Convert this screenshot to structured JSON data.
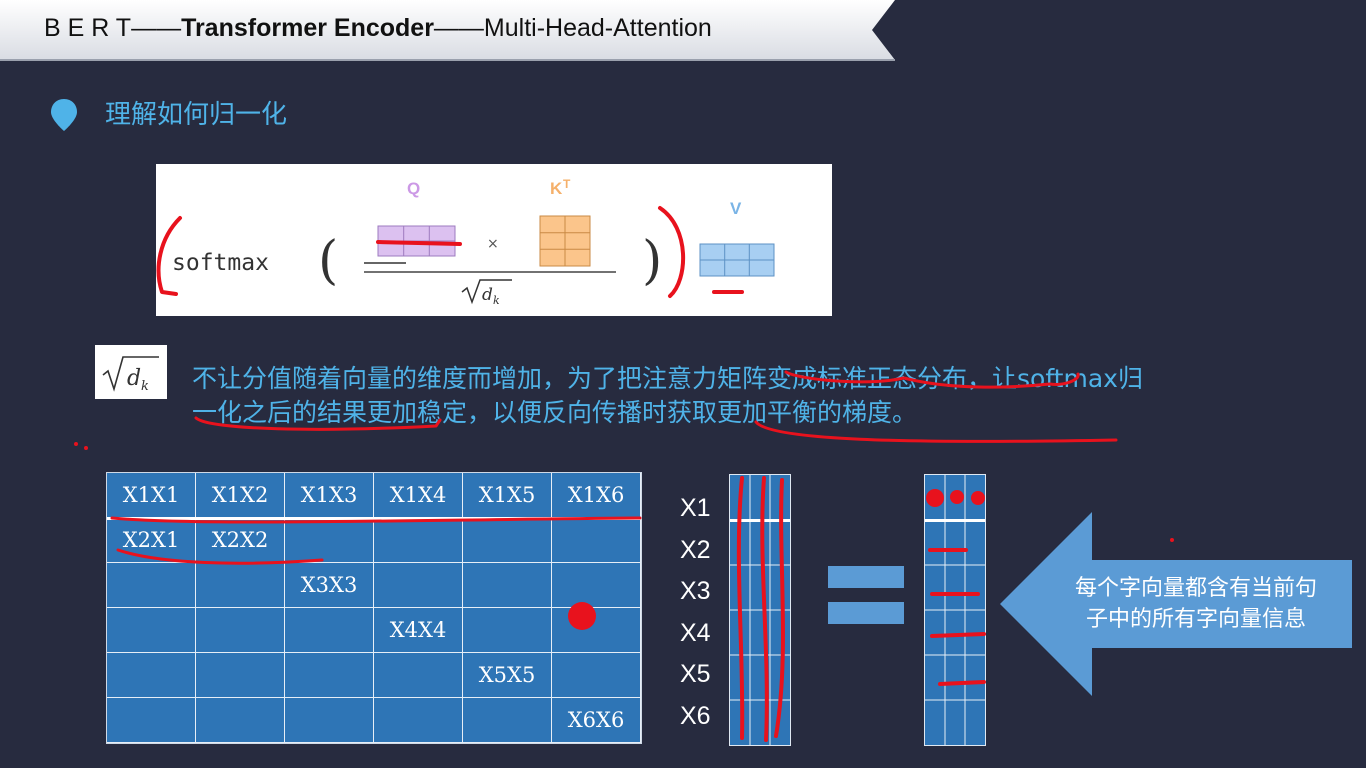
{
  "header": {
    "title_part1": "B E R T",
    "title_dash1": "——",
    "title_part2": "Transformer Encoder",
    "title_dash2": "——",
    "title_part3": "Multi-Head-Attention"
  },
  "section": {
    "subtitle": "理解如何归一化"
  },
  "formula": {
    "softmax_label": "softmax",
    "q_label": "Q",
    "k_label": "K",
    "k_sup": "T",
    "v_label": "V",
    "times": "×"
  },
  "description": {
    "text": "不让分值随着向量的维度而增加，为了把注意力矩阵变成标准正态分布，让softmax归一化之后的结果更加稳定，以便反向传播时获取更加平衡的梯度。"
  },
  "matrix": {
    "rows": [
      [
        "X1X1",
        "X1X2",
        "X1X3",
        "X1X4",
        "X1X5",
        "X1X6"
      ],
      [
        "X2X1",
        "X2X2",
        "",
        "",
        "",
        ""
      ],
      [
        "",
        "",
        "X3X3",
        "",
        "",
        ""
      ],
      [
        "",
        "",
        "",
        "X4X4",
        "",
        ""
      ],
      [
        "",
        "",
        "",
        "",
        "X5X5",
        ""
      ],
      [
        "",
        "",
        "",
        "",
        "",
        "X6X6"
      ]
    ]
  },
  "row_labels": [
    "X1",
    "X2",
    "X3",
    "X4",
    "X5",
    "X6"
  ],
  "callout": {
    "line1": "每个字向量都含有当前句",
    "line2": "子中的所有字向量信息"
  },
  "colors": {
    "background": "#272b3f",
    "accent_text": "#4fb3e8",
    "matrix_fill": "#2e75b6",
    "arrow_fill": "#5b9bd5",
    "annotation_red": "#e8121d",
    "q_color": "#cc99e6",
    "k_color": "#f5b06a",
    "v_color": "#7ab4e6"
  }
}
